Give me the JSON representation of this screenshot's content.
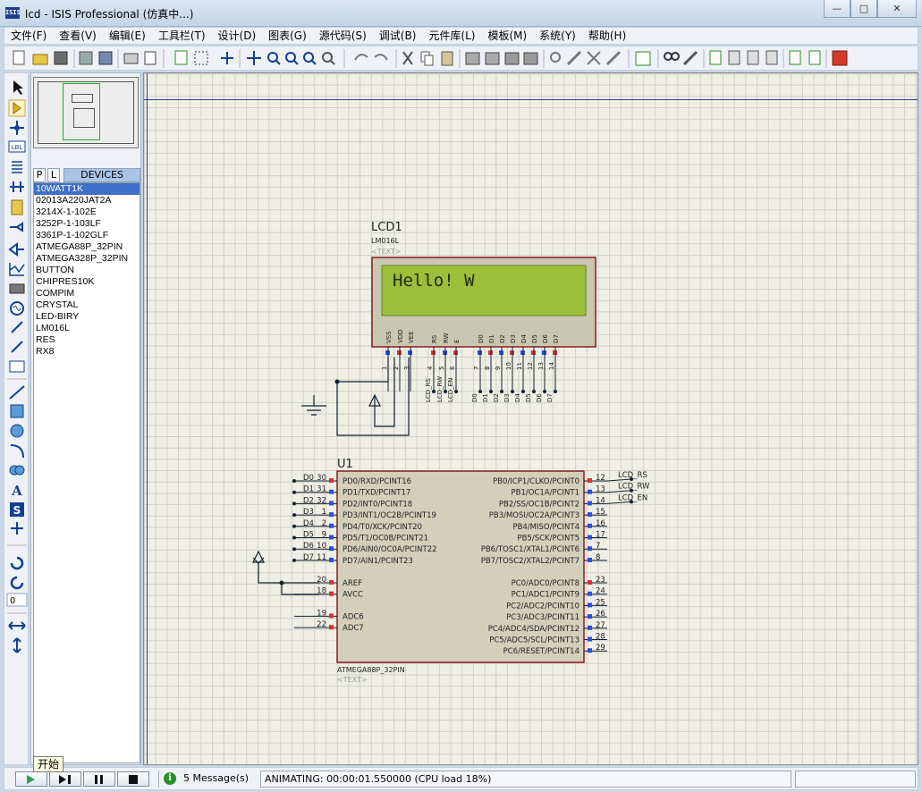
{
  "window": {
    "title": "lcd - ISIS Professional (仿真中...)",
    "app_icon": "ISIS",
    "minimize": "—",
    "maximize": "□",
    "close": "✕"
  },
  "menu": [
    "文件(F)",
    "查看(V)",
    "编辑(E)",
    "工具栏(T)",
    "设计(D)",
    "图表(G)",
    "源代码(S)",
    "调试(B)",
    "元件库(L)",
    "模板(M)",
    "系统(Y)",
    "帮助(H)"
  ],
  "panel": {
    "tab_p": "P",
    "tab_l": "L",
    "devices_title": "DEVICES",
    "devices": [
      "10WATT1K",
      "02013A220JAT2A",
      "3214X-1-102E",
      "3252P-1-103LF",
      "3361P-1-102GLF",
      "ATMEGA88P_32PIN",
      "ATMEGA328P_32PIN",
      "BUTTON",
      "CHIPRES10K",
      "COMPIM",
      "CRYSTAL",
      "LED-BIRY",
      "LM016L",
      "RES",
      "RX8"
    ],
    "selected_index": 0
  },
  "lcd": {
    "ref": "LCD1",
    "part": "LM016L",
    "text_placeholder": "<TEXT>",
    "display": "Hello! W",
    "pin_names": [
      "VSS",
      "VDD",
      "VEE",
      "RS",
      "RW",
      "E",
      "D0",
      "D1",
      "D2",
      "D3",
      "D4",
      "D5",
      "D6",
      "D7"
    ],
    "pin_numbers": [
      "1",
      "2",
      "3",
      "4",
      "5",
      "6",
      "7",
      "8",
      "9",
      "10",
      "11",
      "12",
      "13",
      "14"
    ],
    "net_labels": [
      "LCD_RS",
      "LCD_RW",
      "LCD_EN",
      "D0",
      "D1",
      "D2",
      "D3",
      "D4",
      "D5",
      "D6",
      "D7"
    ]
  },
  "mcu": {
    "ref": "U1",
    "part": "ATMEGA88P_32PIN",
    "text_placeholder": "<TEXT>",
    "left_pins": [
      {
        "net": "D0",
        "num": "30",
        "name": "PD0/RXD/PCINT16"
      },
      {
        "net": "D1",
        "num": "31",
        "name": "PD1/TXD/PCINT17"
      },
      {
        "net": "D2",
        "num": "32",
        "name": "PD2/INT0/PCINT18"
      },
      {
        "net": "D3",
        "num": "1",
        "name": "PD3/INT1/OC2B/PCINT19"
      },
      {
        "net": "D4",
        "num": "2",
        "name": "PD4/T0/XCK/PCINT20"
      },
      {
        "net": "D5",
        "num": "9",
        "name": "PD5/T1/OC0B/PCINT21"
      },
      {
        "net": "D6",
        "num": "10",
        "name": "PD6/AIN0/OC0A/PCINT22"
      },
      {
        "net": "D7",
        "num": "11",
        "name": "PD7/AIN1/PCINT23"
      }
    ],
    "left_pins_2": [
      {
        "num": "20",
        "name": "AREF"
      },
      {
        "num": "18",
        "name": "AVCC"
      },
      {
        "num": "19",
        "name": "ADC6"
      },
      {
        "num": "22",
        "name": "ADC7"
      }
    ],
    "right_pins": [
      {
        "num": "12",
        "name": "PB0/ICP1/CLKO/PCINT0",
        "net": "LCD_RS"
      },
      {
        "num": "13",
        "name": "PB1/OC1A/PCINT1",
        "net": "LCD_RW"
      },
      {
        "num": "14",
        "name": "PB2/SS/OC1B/PCINT2",
        "net": "LCD_EN"
      },
      {
        "num": "15",
        "name": "PB3/MOSI/OC2A/PCINT3",
        "net": ""
      },
      {
        "num": "16",
        "name": "PB4/MISO/PCINT4",
        "net": ""
      },
      {
        "num": "17",
        "name": "PB5/SCK/PCINT5",
        "net": ""
      },
      {
        "num": "7",
        "name": "PB6/TOSC1/XTAL1/PCINT6",
        "net": ""
      },
      {
        "num": "8",
        "name": "PB7/TOSC2/XTAL2/PCINT7",
        "net": ""
      }
    ],
    "right_pins_2": [
      {
        "num": "23",
        "name": "PC0/ADC0/PCINT8"
      },
      {
        "num": "24",
        "name": "PC1/ADC1/PCINT9"
      },
      {
        "num": "25",
        "name": "PC2/ADC2/PCINT10"
      },
      {
        "num": "26",
        "name": "PC3/ADC3/PCINT11"
      },
      {
        "num": "27",
        "name": "PC4/ADC4/SDA/PCINT12"
      },
      {
        "num": "28",
        "name": "PC5/ADC5/SCL/PCINT13"
      },
      {
        "num": "29",
        "name": "PC6/RESET/PCINT14"
      }
    ]
  },
  "left_tools": {
    "lbl": "LBL",
    "text": "A",
    "symbol": "S",
    "rotate_value": "0"
  },
  "status": {
    "tooltip": "开始",
    "messages": "5 Message(s)",
    "info_icon": "i",
    "animating": "ANIMATING: 00:00:01.550000 (CPU load 18%)"
  },
  "colors": {
    "lcd_body": "#c8c7b0",
    "lcd_screen": "#9cbf3b",
    "lcd_text": "#1d2a10",
    "chip_body": "#d3cfbb",
    "chip_border": "#8b1a22",
    "wire": "#123",
    "pin_red": "#e03030",
    "pin_blue": "#2a50e0",
    "canvas_bg": "#efefe6"
  }
}
